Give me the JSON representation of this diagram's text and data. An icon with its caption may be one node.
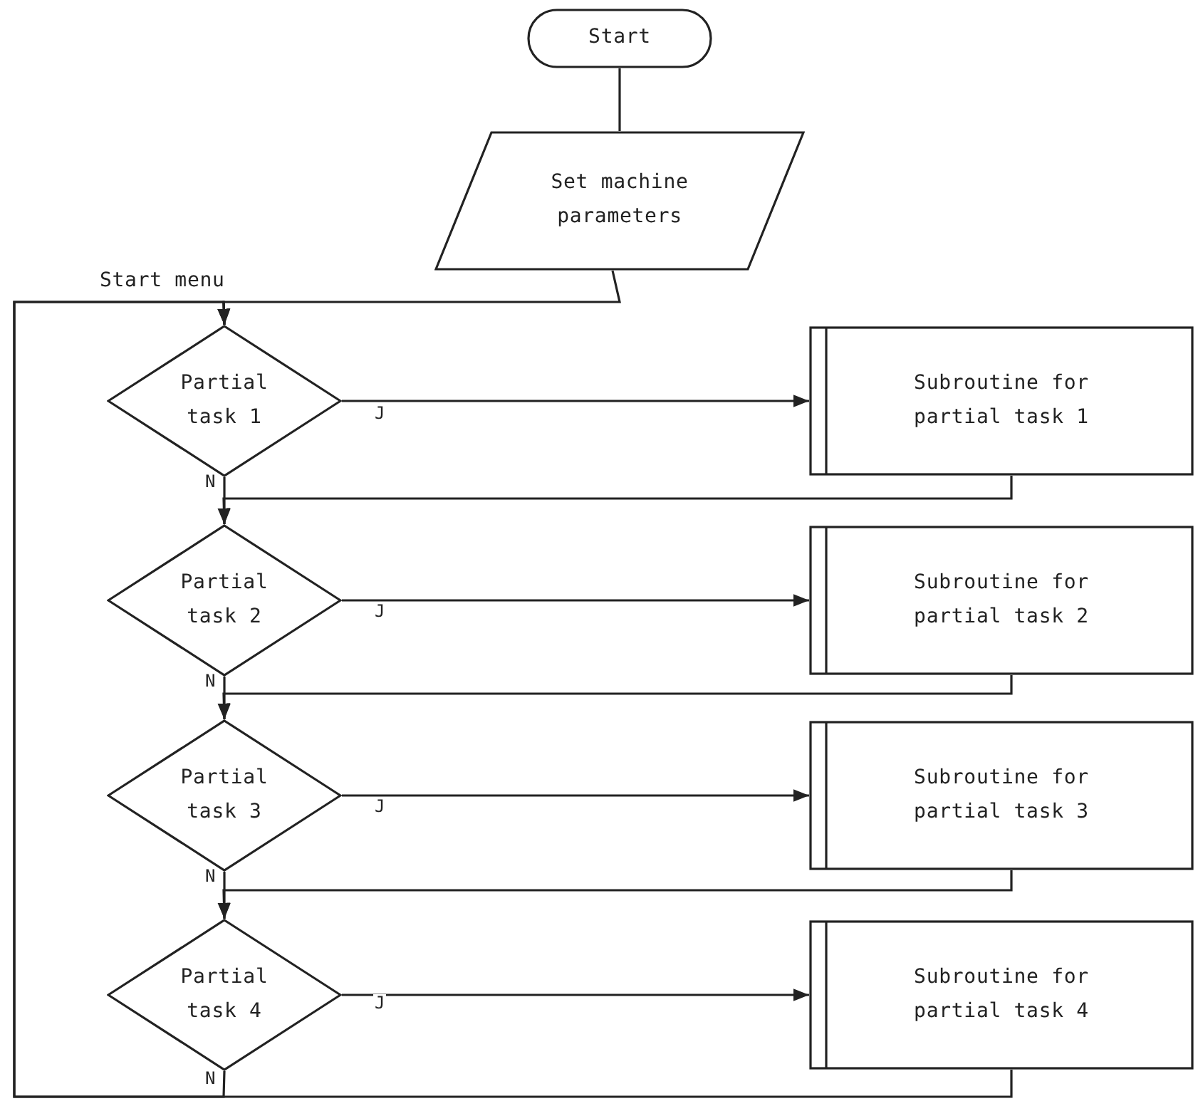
{
  "diagram": {
    "nodes": [
      {
        "text": [
          "Start"
        ]
      },
      {
        "text": [
          "Set machine parameters"
        ]
      },
      {
        "text": [
          "Partial task 1"
        ]
      },
      {
        "text": [
          "Subroutine for partial task 1"
        ]
      },
      {
        "text": [
          "Partial task 2"
        ]
      },
      {
        "text": [
          "Subroutine for partial task 2"
        ]
      },
      {
        "text": [
          "Partial task 3"
        ]
      },
      {
        "text": [
          "Subroutine for partial task 3"
        ]
      },
      {
        "text": [
          "Partial task 4"
        ]
      },
      {
        "text": [
          "Subroutine for partial task 4"
        ]
      }
    ],
    "edges": [
      {
        "from": 0,
        "to": 1,
        "arrow": "none"
      },
      {
        "from": 1,
        "to": 2,
        "arrow": "to"
      },
      {
        "from": 2,
        "to": 3,
        "arrow": "to",
        "label": "J"
      },
      {
        "from": 2,
        "to": 4,
        "arrow": "to",
        "label": "N"
      },
      {
        "from": 3,
        "to": 4,
        "arrow": "to"
      },
      {
        "from": 4,
        "to": 5,
        "arrow": "to",
        "label": "J"
      },
      {
        "from": 4,
        "to": 6,
        "arrow": "to",
        "label": "N"
      },
      {
        "from": 5,
        "to": 6,
        "arrow": "to"
      },
      {
        "from": 6,
        "to": 7,
        "arrow": "to",
        "label": "J"
      },
      {
        "from": 6,
        "to": 8,
        "arrow": "to",
        "label": "N"
      },
      {
        "from": 7,
        "to": 8,
        "arrow": "to"
      },
      {
        "from": 8,
        "to": 9,
        "arrow": "to",
        "label": "J"
      },
      {
        "from": 8,
        "to": 2,
        "arrow": "to",
        "label": "N"
      },
      {
        "from": 9,
        "to": 2,
        "arrow": "to"
      }
    ],
    "labels": [
      "Start menu"
    ]
  }
}
